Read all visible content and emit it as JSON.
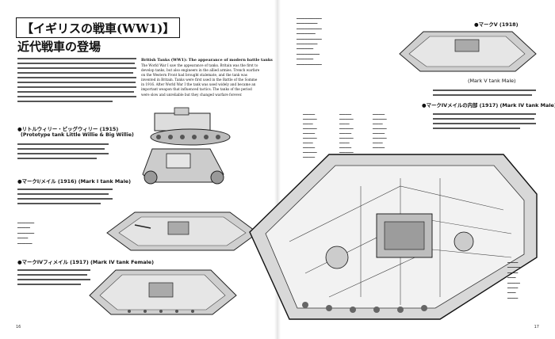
{
  "left_page": {
    "title": "【イギリスの戦車(WW1)】",
    "subtitle": "近代戦車の登場",
    "english_heading": "British Tanks (WW1): The appearance of modern battle tanks",
    "english_text": "The World War I saw the appearance of tanks. Britain was the first to develop tanks, but also engineers in the allied armies. Trench warfare on the Western Front had brought stalemate, and the tank was invented in Britain. Tanks were first used in the Battle of the Somme in 1916. After World War I the tank was used widely and became an important weapon that influenced tactics. The tanks of the period were slow and unreliable but they changed warfare forever.",
    "sections": [
      {
        "heading": "●リトルウィリー・ビッグウィリー (1915)",
        "sub": "(Prototype tank Little Willie & Big Willie)"
      },
      {
        "heading": "●マークI/メイル (1916)  (Mark I tank Male)",
        "sub": ""
      },
      {
        "heading": "●マークIVフィメイル (1917)  (Mark IV tank Female)",
        "sub": ""
      }
    ],
    "page_number": "16"
  },
  "right_page": {
    "top_section": "●マークV (1918)",
    "top_caption": "(Mark V tank Male)",
    "cutaway_section": "●マークIVメイルの内部 (1917)  (Mark IV tank Male)",
    "page_number": "17"
  }
}
